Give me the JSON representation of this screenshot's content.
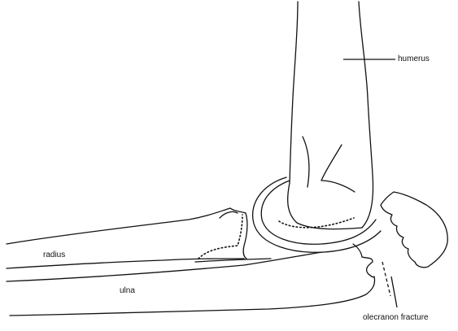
{
  "diagram": {
    "labels": {
      "humerus": "humerus",
      "radius": "radius",
      "ulna": "ulna",
      "olecranon_fracture": "olecranon fracture"
    },
    "ink_color": "#111111",
    "background_color": "#ffffff"
  }
}
